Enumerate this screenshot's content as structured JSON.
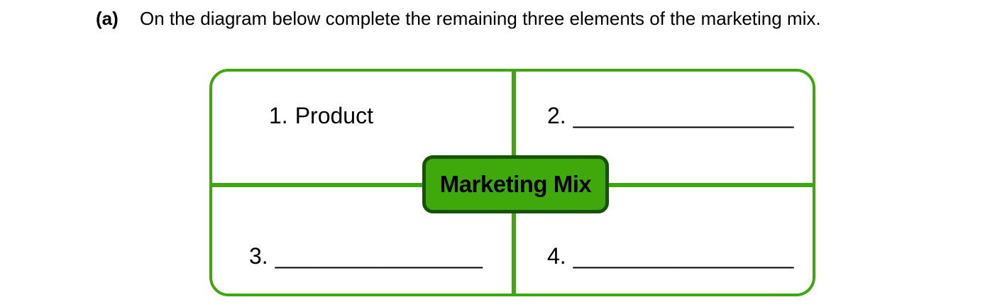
{
  "question": {
    "label": "(a)",
    "text": "On the diagram below complete the remaining three elements of the marketing mix."
  },
  "diagram": {
    "center_label": "Marketing Mix",
    "quadrants": [
      {
        "number": "1.",
        "label": "Product",
        "blank": ""
      },
      {
        "number": "2.",
        "label": "",
        "blank": "_________________"
      },
      {
        "number": "3.",
        "label": "",
        "blank": "________________"
      },
      {
        "number": "4.",
        "label": "",
        "blank": "_________________"
      }
    ],
    "colors": {
      "line_green": "#3FA60D",
      "box_fill": "#3FA80B",
      "box_border": "#175207",
      "text": "#000000"
    }
  }
}
